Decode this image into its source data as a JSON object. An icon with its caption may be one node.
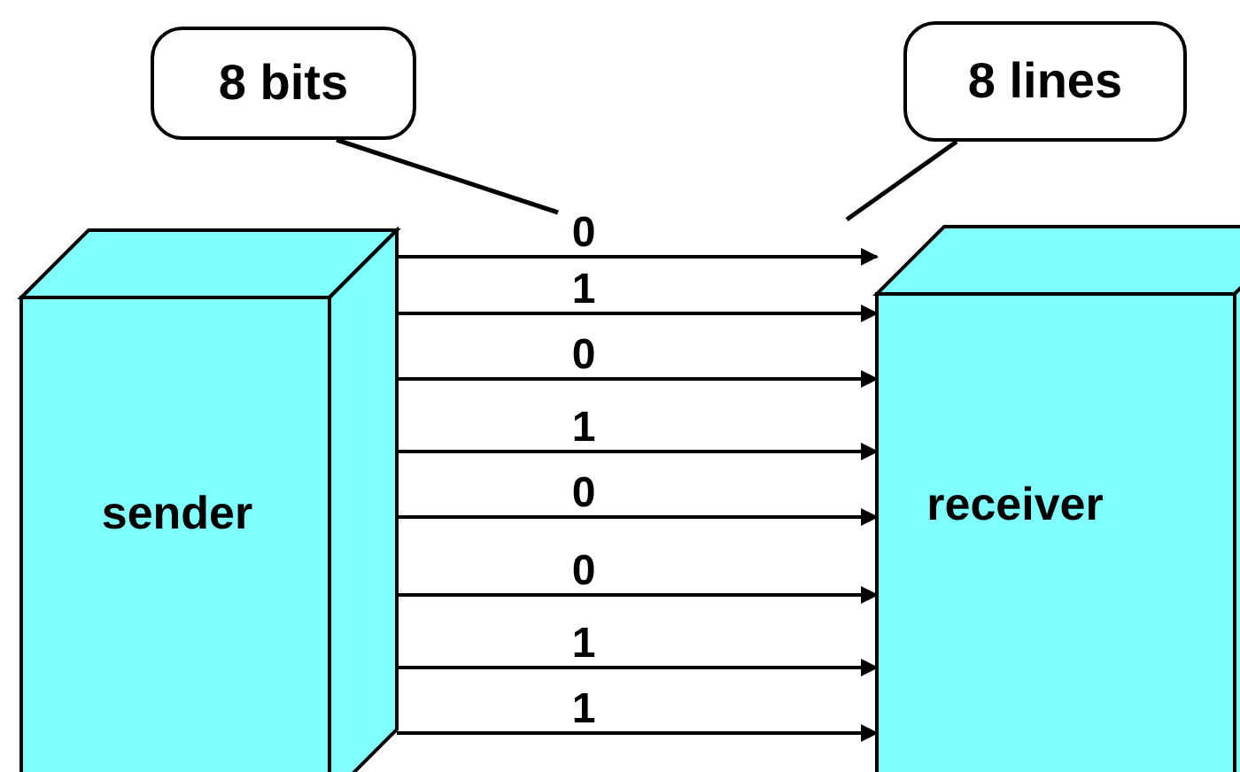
{
  "diagram": {
    "nodes": [
      {
        "text": [
          "8 bits"
        ]
      },
      {
        "text": [
          "8 lines"
        ]
      },
      {
        "text": [
          "sender"
        ]
      },
      {
        "text": [
          "receiver"
        ]
      }
    ],
    "edges": [
      {
        "from": 0,
        "to": null,
        "arrow": "none"
      },
      {
        "from": 1,
        "to": null,
        "arrow": "none"
      },
      {
        "from": 2,
        "to": 3,
        "arrow": "to",
        "label": "0"
      },
      {
        "from": 2,
        "to": 3,
        "arrow": "to",
        "label": "1"
      },
      {
        "from": 2,
        "to": 3,
        "arrow": "to",
        "label": "0"
      },
      {
        "from": 2,
        "to": 3,
        "arrow": "to",
        "label": "1"
      },
      {
        "from": 2,
        "to": 3,
        "arrow": "to",
        "label": "0"
      },
      {
        "from": 2,
        "to": 3,
        "arrow": "to",
        "label": "0"
      },
      {
        "from": 2,
        "to": 3,
        "arrow": "to",
        "label": "1"
      },
      {
        "from": 2,
        "to": 3,
        "arrow": "to",
        "label": "1"
      }
    ]
  }
}
